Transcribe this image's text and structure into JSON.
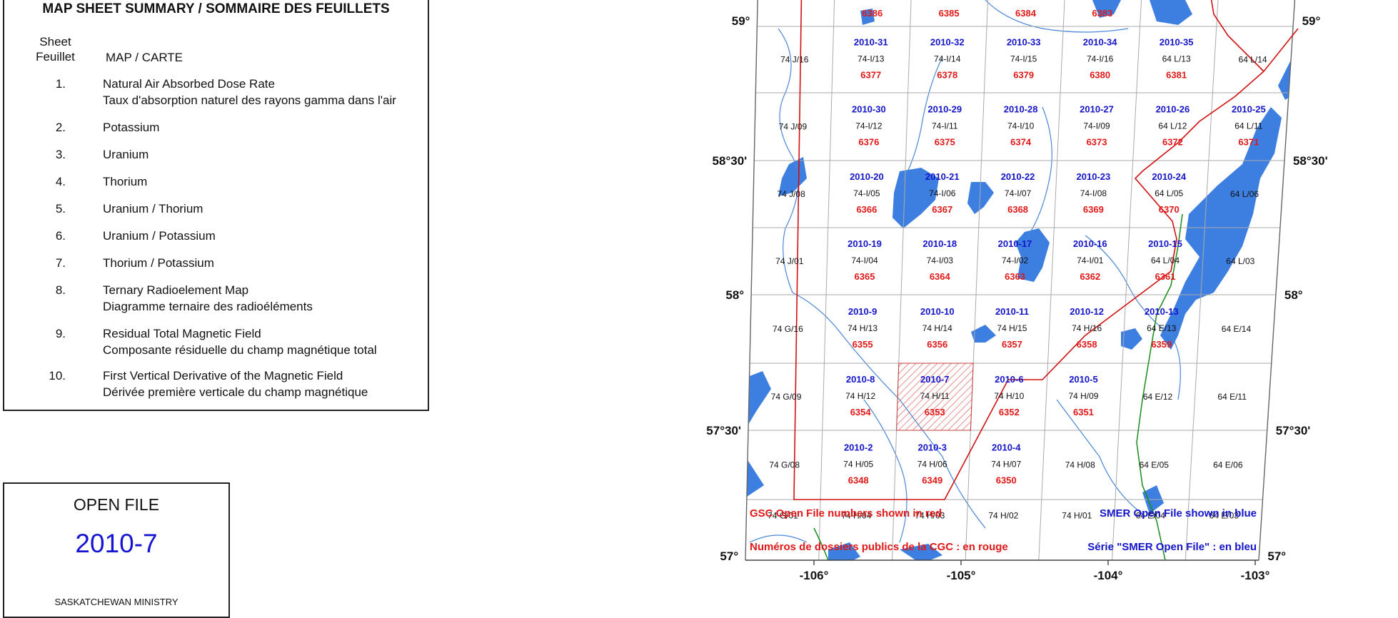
{
  "legend": {
    "title": "MAP SHEET SUMMARY / SOMMAIRE DES FEUILLETS",
    "col_sheet": [
      "Sheet",
      "Feuillet"
    ],
    "col_map": "MAP / CARTE",
    "items": [
      {
        "num": "1.",
        "lines": [
          "Natural Air Absorbed Dose Rate",
          "Taux d'absorption naturel des rayons gamma dans l'air"
        ]
      },
      {
        "num": "2.",
        "lines": [
          "Potassium"
        ]
      },
      {
        "num": "3.",
        "lines": [
          "Uranium"
        ]
      },
      {
        "num": "4.",
        "lines": [
          "Thorium"
        ]
      },
      {
        "num": "5.",
        "lines": [
          "Uranium / Thorium"
        ]
      },
      {
        "num": "6.",
        "lines": [
          "Uranium / Potassium"
        ]
      },
      {
        "num": "7.",
        "lines": [
          "Thorium / Potassium"
        ]
      },
      {
        "num": "8.",
        "lines": [
          "Ternary Radioelement Map",
          "Diagramme ternaire des radioéléments"
        ]
      },
      {
        "num": "9.",
        "lines": [
          "Residual Total Magnetic Field",
          "Composante résiduelle du champ magnétique total"
        ]
      },
      {
        "num": "10.",
        "lines": [
          "First Vertical Derivative of the Magnetic Field",
          "Dérivée première verticale du champ magnétique"
        ]
      }
    ]
  },
  "open_file": {
    "label": "OPEN FILE",
    "number": "2010-7",
    "ministry": "SASKATCHEWAN MINISTRY"
  },
  "map": {
    "lat_labels": {
      "left": [
        "59°",
        "58°30'",
        "58°",
        "57°30'",
        "57°"
      ],
      "right": [
        "59°",
        "58°30'",
        "58°",
        "57°30'",
        "57°"
      ]
    },
    "lon_labels": [
      "-106°",
      "-105°",
      "-104°",
      "-103°"
    ],
    "top_partial_red": [
      "6386",
      "6385",
      "6384",
      "6383"
    ],
    "rows": [
      [
        {
          "nts": "74 J/16"
        },
        {
          "smer": "2010-31",
          "nts": "74-I/13",
          "gsc": "6377"
        },
        {
          "smer": "2010-32",
          "nts": "74-I/14",
          "gsc": "6378"
        },
        {
          "smer": "2010-33",
          "nts": "74-I/15",
          "gsc": "6379"
        },
        {
          "smer": "2010-34",
          "nts": "74-I/16",
          "gsc": "6380"
        },
        {
          "smer": "2010-35",
          "nts": "64 L/13",
          "gsc": "6381"
        },
        {
          "nts": "64 L/14"
        }
      ],
      [
        {
          "nts": "74 J/09"
        },
        {
          "smer": "2010-30",
          "nts": "74-I/12",
          "gsc": "6376"
        },
        {
          "smer": "2010-29",
          "nts": "74-I/11",
          "gsc": "6375"
        },
        {
          "smer": "2010-28",
          "nts": "74-I/10",
          "gsc": "6374"
        },
        {
          "smer": "2010-27",
          "nts": "74-I/09",
          "gsc": "6373"
        },
        {
          "smer": "2010-26",
          "nts": "64 L/12",
          "gsc": "6372"
        },
        {
          "smer": "2010-25",
          "nts": "64 L/11",
          "gsc": "6371"
        }
      ],
      [
        {
          "nts": "74 J/08"
        },
        {
          "smer": "2010-20",
          "nts": "74-I/05",
          "gsc": "6366"
        },
        {
          "smer": "2010-21",
          "nts": "74-I/06",
          "gsc": "6367"
        },
        {
          "smer": "2010-22",
          "nts": "74-I/07",
          "gsc": "6368"
        },
        {
          "smer": "2010-23",
          "nts": "74-I/08",
          "gsc": "6369"
        },
        {
          "smer": "2010-24",
          "nts": "64 L/05",
          "gsc": "6370"
        },
        {
          "nts": "64 L/06"
        }
      ],
      [
        {
          "nts": "74 J/01"
        },
        {
          "smer": "2010-19",
          "nts": "74-I/04",
          "gsc": "6365"
        },
        {
          "smer": "2010-18",
          "nts": "74-I/03",
          "gsc": "6364"
        },
        {
          "smer": "2010-17",
          "nts": "74-I/02",
          "gsc": "6363"
        },
        {
          "smer": "2010-16",
          "nts": "74-I/01",
          "gsc": "6362"
        },
        {
          "smer": "2010-15",
          "nts": "64 L/04",
          "gsc": "6361"
        },
        {
          "nts": "64 L/03"
        }
      ],
      [
        {
          "nts": "74 G/16"
        },
        {
          "smer": "2010-9",
          "nts": "74 H/13",
          "gsc": "6355"
        },
        {
          "smer": "2010-10",
          "nts": "74 H/14",
          "gsc": "6356"
        },
        {
          "smer": "2010-11",
          "nts": "74 H/15",
          "gsc": "6357"
        },
        {
          "smer": "2010-12",
          "nts": "74 H/16",
          "gsc": "6358"
        },
        {
          "smer": "2010-13",
          "nts": "64 E/13",
          "gsc": "6359"
        },
        {
          "nts": "64 E/14"
        }
      ],
      [
        {
          "nts": "74 G/09"
        },
        {
          "smer": "2010-8",
          "nts": "74 H/12",
          "gsc": "6354"
        },
        {
          "smer": "2010-7",
          "nts": "74 H/11",
          "gsc": "6353",
          "highlight": true
        },
        {
          "smer": "2010-6",
          "nts": "74 H/10",
          "gsc": "6352"
        },
        {
          "smer": "2010-5",
          "nts": "74 H/09",
          "gsc": "6351"
        },
        {
          "nts": "64 E/12"
        },
        {
          "nts": "64 E/11"
        }
      ],
      [
        {
          "nts": "74 G/08"
        },
        {
          "smer": "2010-2",
          "nts": "74 H/05",
          "gsc": "6348"
        },
        {
          "smer": "2010-3",
          "nts": "74 H/06",
          "gsc": "6349"
        },
        {
          "smer": "2010-4",
          "nts": "74 H/07",
          "gsc": "6350"
        },
        {
          "nts": "74 H/08"
        },
        {
          "nts": "64 E/05"
        },
        {
          "nts": "64 E/06"
        }
      ],
      [
        {
          "nts": "74 G/01"
        },
        {
          "nts": "74 H/04"
        },
        {
          "nts": "74 H/03"
        },
        {
          "nts": "74 H/02"
        },
        {
          "nts": "74 H/01"
        },
        {
          "nts": "64 E/04"
        },
        {
          "nts": "64 E/03"
        }
      ]
    ],
    "notes": {
      "gsc_en": "GSC Open File numbers shown in red",
      "gsc_fr": "Numéros de dossiers publics de la CGC : en rouge",
      "smer_en": "SMER Open File shown in blue",
      "smer_fr": "Série \"SMER Open File\" : en bleu"
    },
    "colors": {
      "smer": "#1414c8",
      "gsc": "#e01818",
      "water": "#3d7fe0",
      "river": "#4a86d6",
      "grid": "#aaaaaa",
      "boundary": "#d01010",
      "border": "#1a8a1a"
    }
  }
}
